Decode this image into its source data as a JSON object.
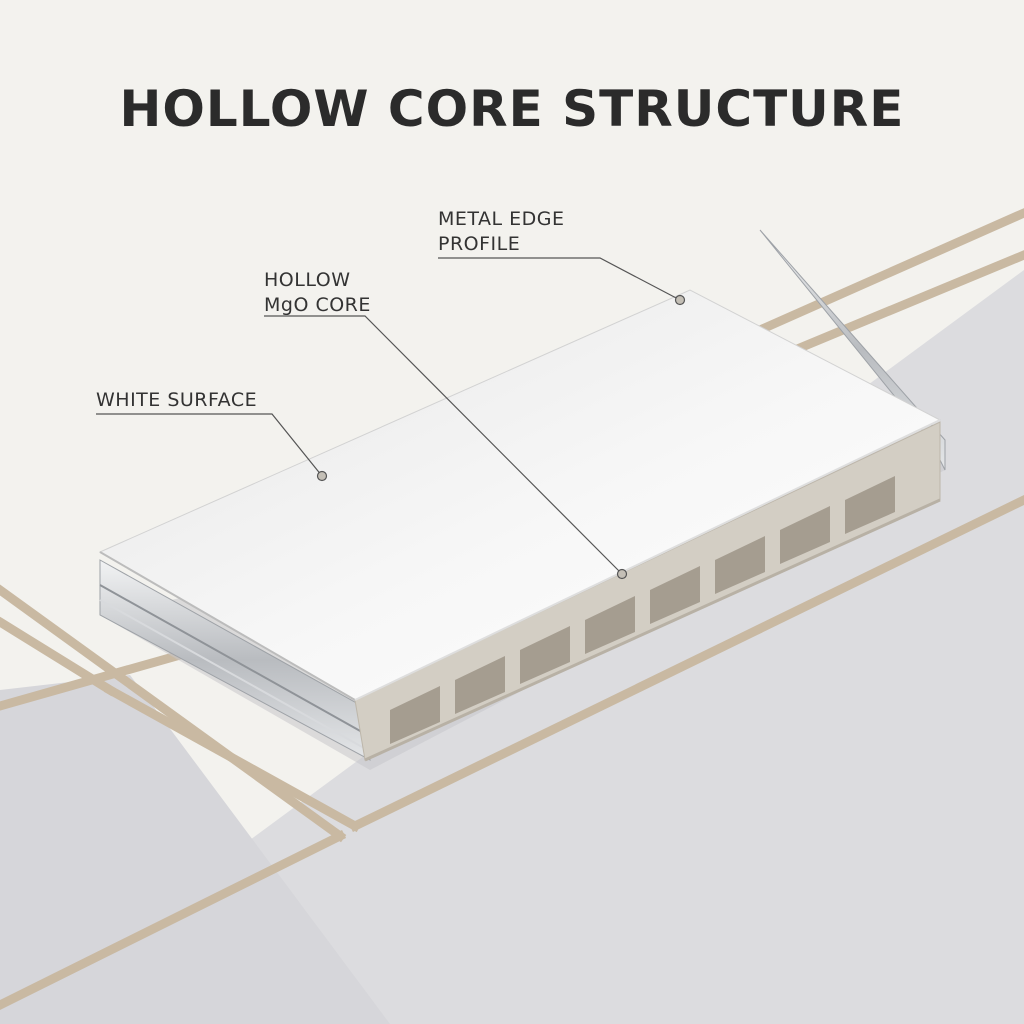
{
  "title": "HOLLOW CORE STRUCTURE",
  "callouts": {
    "metal_edge": {
      "line1": "METAL EDGE",
      "line2": "PROFILE"
    },
    "hollow_core": {
      "line1": "HOLLOW",
      "line2": "MgO CORE"
    },
    "white_surface": {
      "line1": "WHITE SURFACE"
    }
  },
  "colors": {
    "background": "#f3f2ee",
    "floor_tile": "#dcdcdf",
    "grout": "#c9b9a2",
    "surface": "#f4f4f4",
    "core": "#d3cec4",
    "metal": "#bfc2c6",
    "leader_line": "#555555"
  }
}
